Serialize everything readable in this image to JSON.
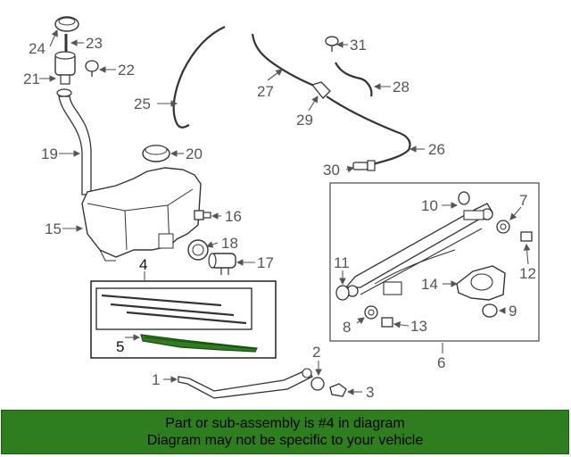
{
  "callouts": {
    "n1": "1",
    "n2": "2",
    "n3": "3",
    "n4": "4",
    "n5": "5",
    "n6": "6",
    "n7": "7",
    "n8": "8",
    "n9": "9",
    "n10": "10",
    "n11": "11",
    "n12": "12",
    "n13": "13",
    "n14": "14",
    "n15": "15",
    "n16": "16",
    "n17": "17",
    "n18": "18",
    "n19": "19",
    "n20": "20",
    "n21": "21",
    "n22": "22",
    "n23": "23",
    "n24": "24",
    "n25": "25",
    "n26": "26",
    "n27": "27",
    "n28": "28",
    "n29": "29",
    "n30": "30",
    "n31": "31"
  },
  "banner": {
    "line1": "Part or sub-assembly is #4 in diagram",
    "line2": "Diagram may not be specific to your vehicle"
  },
  "colors": {
    "banner_bg": "#2e7d1e",
    "highlight": "#2e7d1e",
    "line": "#555555"
  }
}
